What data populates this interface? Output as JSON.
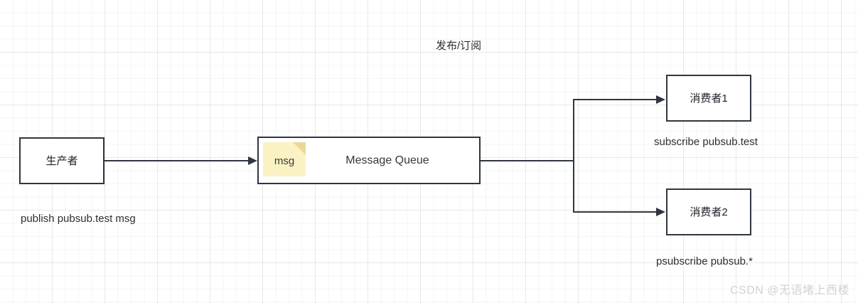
{
  "diagram": {
    "title_label": "发布/订阅",
    "nodes": {
      "producer": {
        "label": "生产者"
      },
      "message_queue": {
        "label": "Message Queue",
        "note_label": "msg",
        "note_color": "#fbf2c4",
        "note_fold_color": "#e9d995"
      },
      "consumer1": {
        "label": "消费者1"
      },
      "consumer2": {
        "label": "消费者2"
      }
    },
    "captions": {
      "publish": "publish pubsub.test msg",
      "subscribe": "subscribe pubsub.test",
      "psubscribe": "psubscribe pubsub.*"
    },
    "colors": {
      "stroke": "#2f3640",
      "text": "#1b1f24",
      "background": "#ffffff",
      "grid_minor": "#f0f0f0",
      "grid_major": "#e6e6e6",
      "watermark": "#cfd3d8"
    }
  },
  "watermark": {
    "text": "CSDN @无语堵上西楼"
  }
}
